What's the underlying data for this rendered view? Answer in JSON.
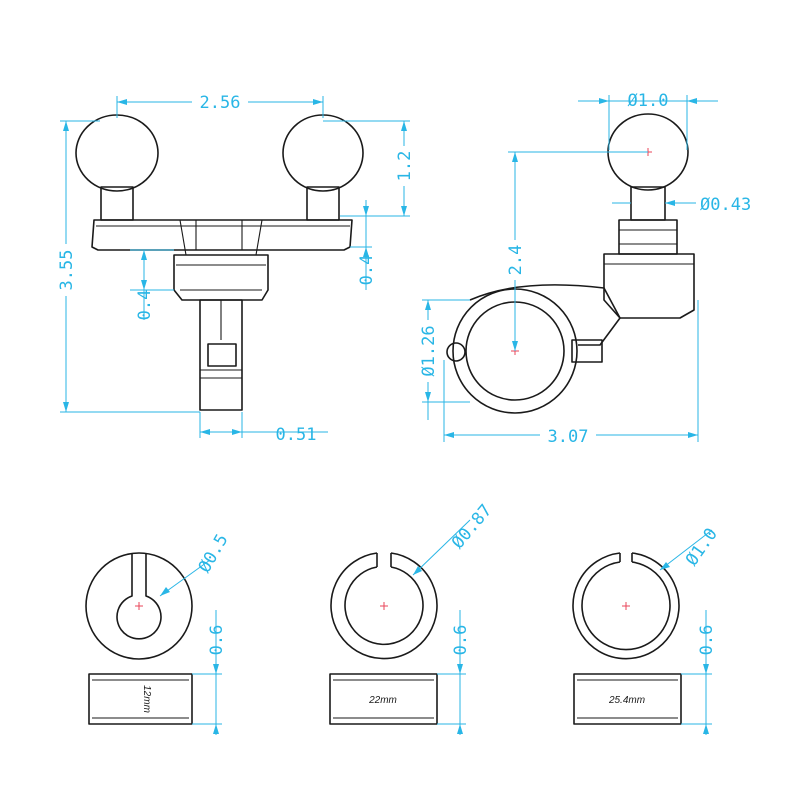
{
  "colors": {
    "outline": "#1a1a1a",
    "dimension": "#29b6e6",
    "centerline": "#e8455a",
    "background": "#ffffff"
  },
  "dimensions": {
    "front_view": {
      "ball_spacing": "2.56",
      "ball_height": "1.2",
      "overall_height": "3.55",
      "arm_thickness": "0.4",
      "collar_height": "0.4",
      "stem_width": "0.51"
    },
    "side_view": {
      "ball_diameter": "Ø1.0",
      "neck_diameter": "Ø0.43",
      "ball_to_bar": "2.4",
      "clamp_diameter": "Ø1.26",
      "overall_length": "3.07"
    },
    "rings": [
      {
        "diameter": "Ø0.5",
        "height": "0.6",
        "size_label": "12mm"
      },
      {
        "diameter": "Ø0.87",
        "height": "0.6",
        "size_label": "22mm"
      },
      {
        "diameter": "Ø1.0",
        "height": "0.6",
        "size_label": "25.4mm"
      }
    ]
  }
}
